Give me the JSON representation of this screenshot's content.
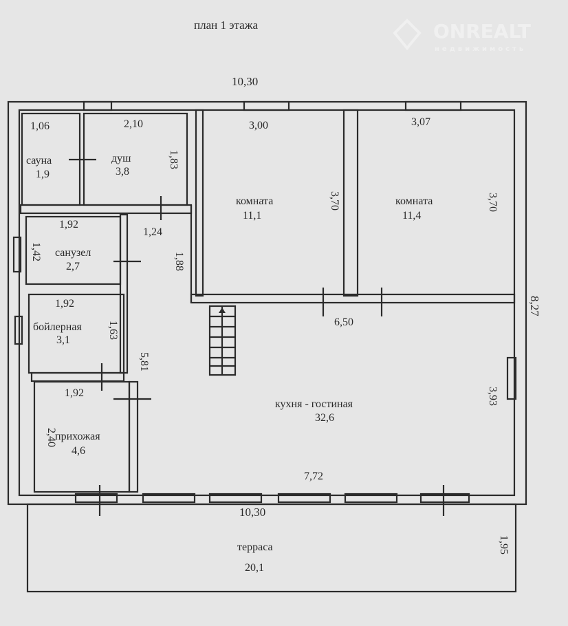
{
  "title": "план 1 этажа",
  "watermark": {
    "brand": "ONREALT",
    "subtitle": "недвижимость"
  },
  "dimensions": {
    "top_width": "10,30",
    "bottom_width": "10,30",
    "right_height": "8,27",
    "sauna_w": "1,06",
    "shower_w": "2,10",
    "shower_h": "1,83",
    "room1_w": "3,00",
    "room1_h": "3,70",
    "room2_w": "3,07",
    "room2_h": "3,70",
    "corridor_w": "1,24",
    "corridor_h": "1,88",
    "bath_w": "1,92",
    "bath_h": "1,42",
    "boiler_w": "1,92",
    "boiler_h": "1,63",
    "hall_w": "1,92",
    "hall_h": "2,40",
    "left_corridor_h": "5,81",
    "kitchen_top_w": "6,50",
    "kitchen_right_h": "3,93",
    "kitchen_bottom_w": "7,72",
    "terrace_h": "1,95"
  },
  "rooms": [
    {
      "name": "сауна",
      "area": "1,9"
    },
    {
      "name": "душ",
      "area": "3,8"
    },
    {
      "name": "комната",
      "area": "11,1"
    },
    {
      "name": "комната",
      "area": "11,4"
    },
    {
      "name": "санузел",
      "area": "2,7"
    },
    {
      "name": "бойлерная",
      "area": "3,1"
    },
    {
      "name": "прихожая",
      "area": "4,6"
    },
    {
      "name": "кухня - гостиная",
      "area": "32,6"
    },
    {
      "name": "терраса",
      "area": "20,1"
    }
  ]
}
